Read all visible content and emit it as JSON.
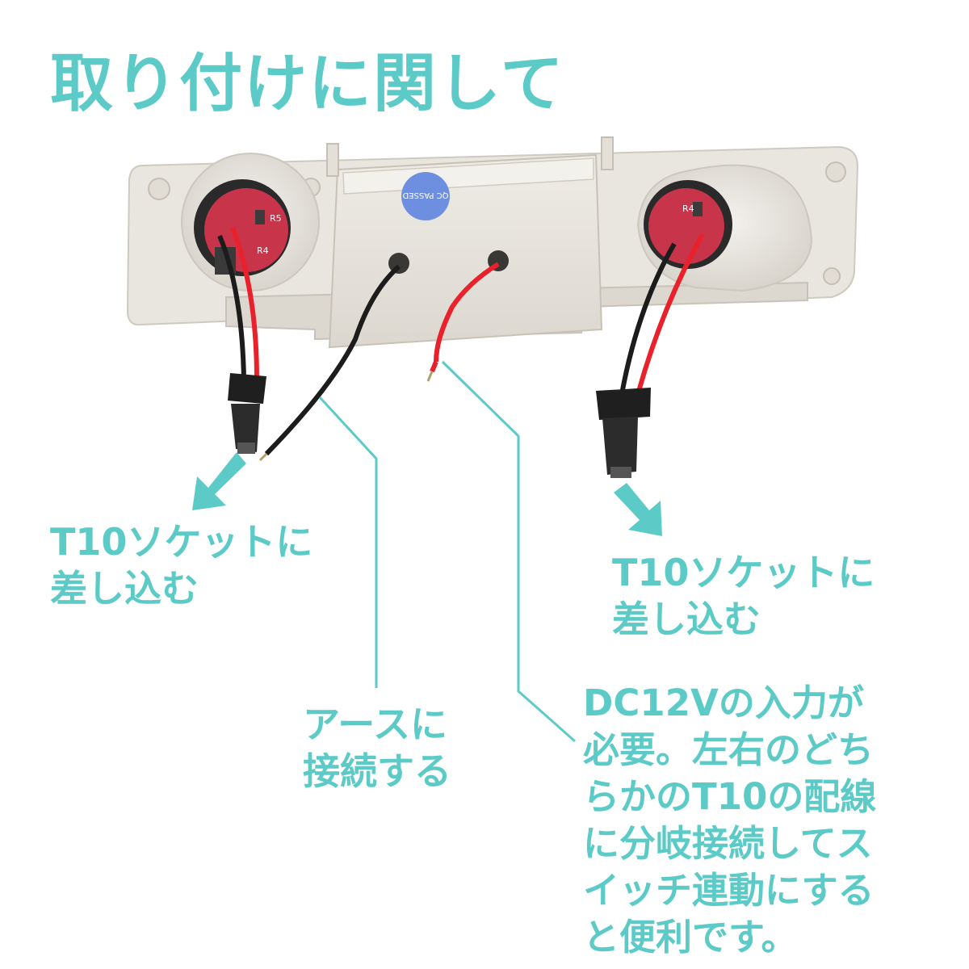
{
  "title": "取り付けに関して",
  "product": {
    "sticker_text": "QC PASSED",
    "board_labels": [
      "R5",
      "R4"
    ]
  },
  "callouts": {
    "left_socket": [
      "T10ソケットに",
      "差し込む"
    ],
    "right_socket": [
      "T10ソケットに",
      "差し込む"
    ],
    "ground": [
      "アースに",
      "接続する"
    ],
    "power": [
      "DC12Vの入力が",
      "必要。左右のどち",
      "らかのT10の配線",
      "に分岐接続してス",
      "イッチ連動にする",
      "と便利です。"
    ]
  },
  "colors": {
    "accent": "#5ccbc7",
    "housing": "#ece9e2",
    "wire_red": "#e8212b",
    "wire_black": "#1c1c1c",
    "sticker": "#6e8fe0"
  }
}
